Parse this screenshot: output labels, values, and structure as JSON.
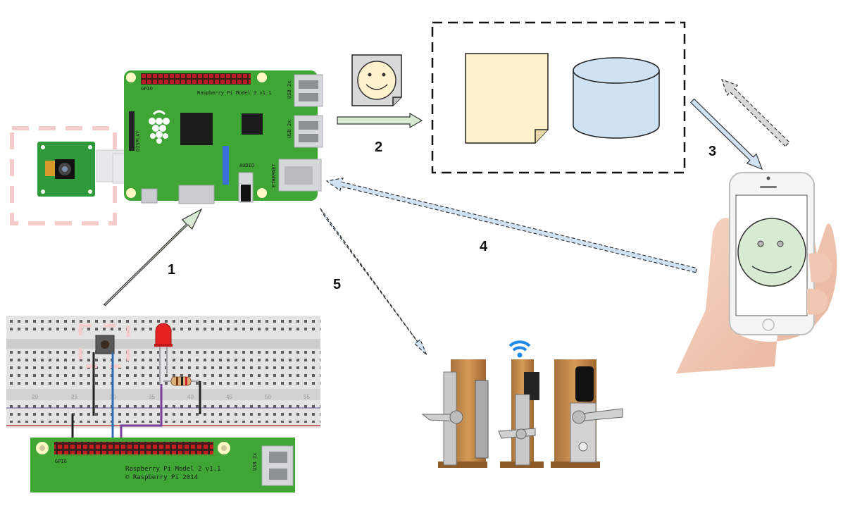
{
  "steps": [
    {
      "label": "1"
    },
    {
      "label": "2"
    },
    {
      "label": "3"
    },
    {
      "label": "4"
    },
    {
      "label": "5"
    }
  ],
  "raspberry_pi_top": {
    "board_label": "Raspberry Pi Model 2 v1.1",
    "gpio_label": "GPIO",
    "usb_label_1": "USB 2x",
    "usb_label_2": "USB 2x",
    "ethernet_label": "ETHERNET",
    "audio_label": "AUDIO",
    "dsi_label": "DISPLAY"
  },
  "raspberry_pi_bottom": {
    "board_label": "Raspberry Pi Model 2 v1.1",
    "copyright_label": "© Raspberry Pi 2014",
    "gpio_label": "GPIO",
    "usb_label": "USB 2x"
  },
  "breadboard": {
    "column_numbers": [
      "20",
      "25",
      "30",
      "35",
      "40",
      "45",
      "50",
      "55"
    ]
  },
  "colors": {
    "pcb_green": "#3fa535",
    "arrow_green": "#d9ead3",
    "arrow_blue": "#cfe2f3",
    "arrow_gray": "#d9d9d9",
    "document_fill": "#fff2cc",
    "database_fill": "#cfe2f3",
    "face_fill": "#d9ead3",
    "camera_highlight": "#f4cccc"
  },
  "icons": [
    "camera-module",
    "push-button",
    "led",
    "resistor",
    "smiley-face-image",
    "document",
    "database",
    "smartphone",
    "wifi-icon",
    "door-lock"
  ]
}
